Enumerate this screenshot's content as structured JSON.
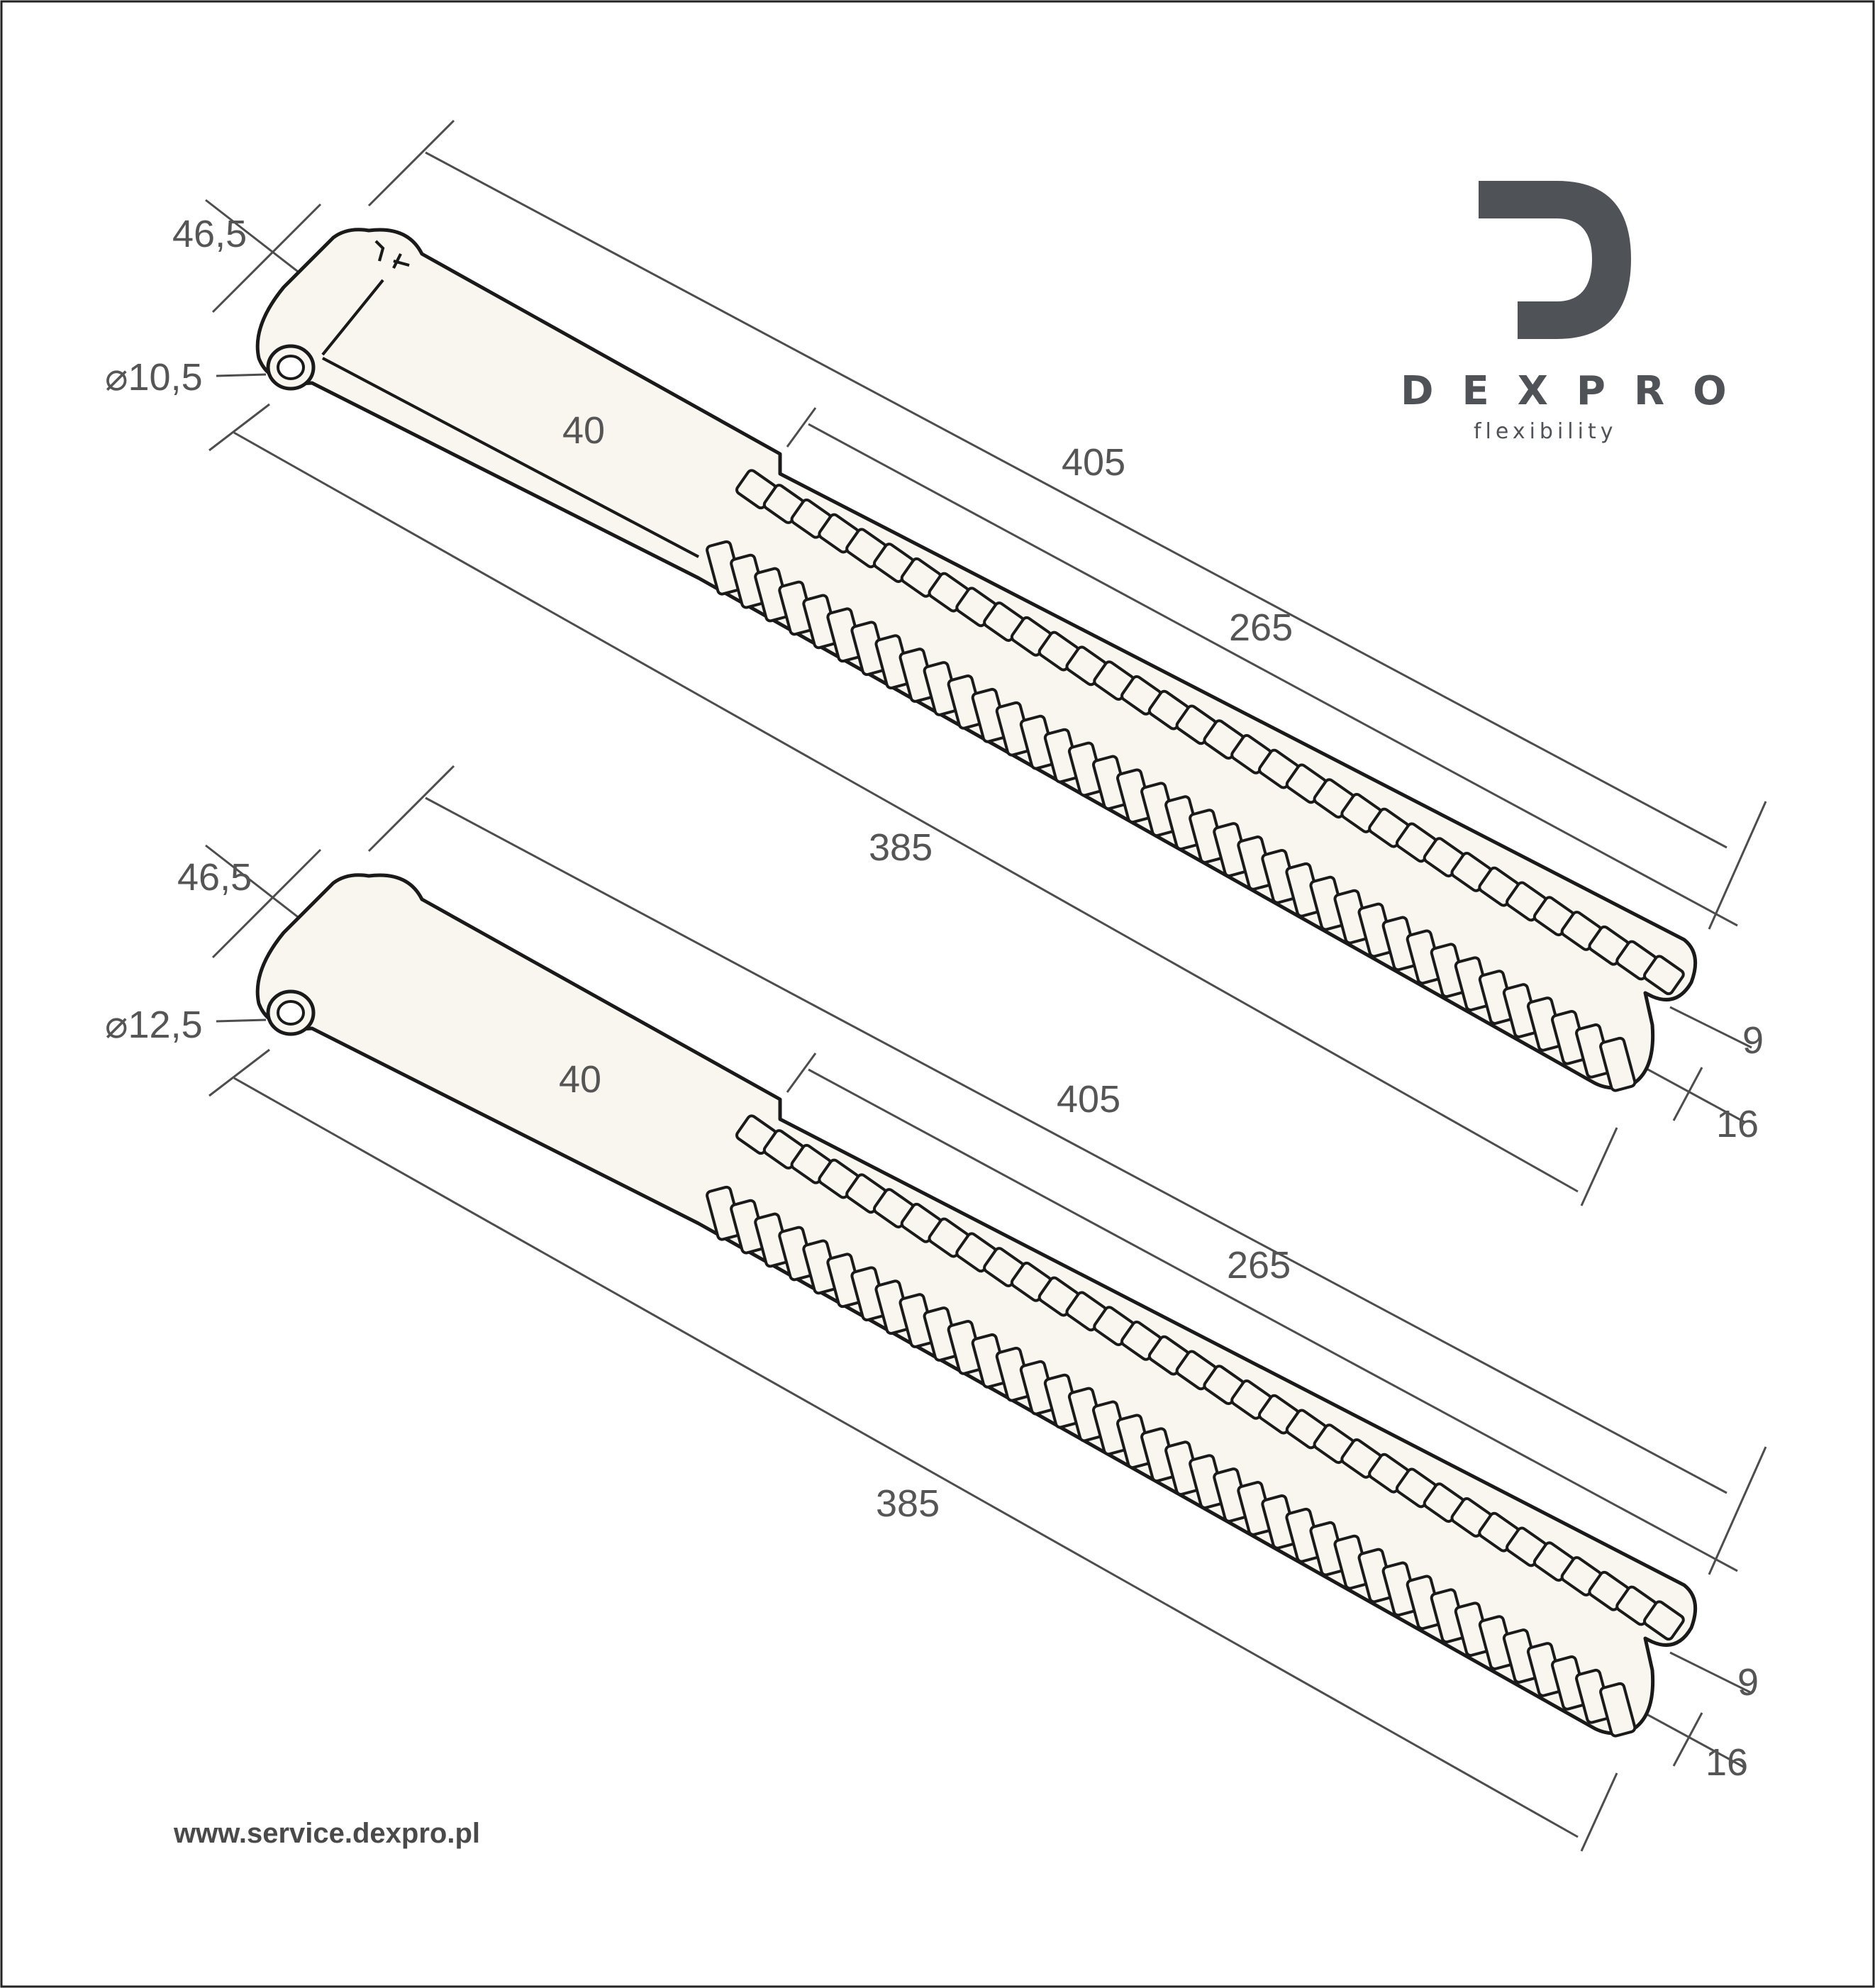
{
  "brand": {
    "name": "DEXPRO",
    "tagline": "flexibility",
    "logo_color": "#4f5357"
  },
  "hinges": [
    {
      "dims": {
        "width": "46,5",
        "diameter": "⌀10,5",
        "plate": "40",
        "overall": "405",
        "teeth_length": "265",
        "bottom": "385",
        "thickness_tip": "9",
        "thickness_total": "16"
      }
    },
    {
      "dims": {
        "width": "46,5",
        "diameter": "⌀12,5",
        "plate": "40",
        "overall": "405",
        "teeth_length": "265",
        "bottom": "385",
        "thickness_tip": "9",
        "thickness_total": "16"
      }
    }
  ],
  "footer": {
    "url": "www.service.dexpro.pl"
  },
  "colors": {
    "body_fill": "#f8f6ef",
    "outline": "#1a1a1a",
    "dimension": "#555555"
  }
}
